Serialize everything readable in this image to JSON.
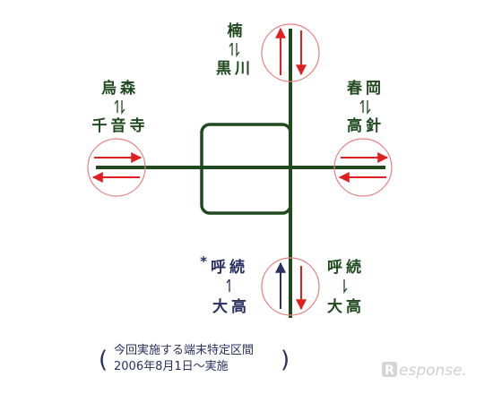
{
  "labels": {
    "north_top": "楠",
    "north_bottom": "黒川",
    "west_top": "烏森",
    "west_bottom": "千音寺",
    "east_top": "春岡",
    "east_bottom": "高針",
    "south_left_star": "*",
    "south_left_top": "呼続",
    "south_left_bottom": "大高",
    "south_right_top": "呼続",
    "south_right_bottom": "大高"
  },
  "caption": {
    "line1": "今回実施する端末特定区間",
    "line2": "2006年8月1日～実施",
    "paren_open": "(",
    "paren_close": ")"
  },
  "watermark": {
    "badge": "R",
    "text": "esponse."
  },
  "colors": {
    "line": "#1e4a1e",
    "arrow_red": "#e02020",
    "arrow_navy": "#283060",
    "circle": "#e88080",
    "label_green": "#1e4a1e",
    "label_navy": "#283060",
    "caption": "#283060"
  }
}
